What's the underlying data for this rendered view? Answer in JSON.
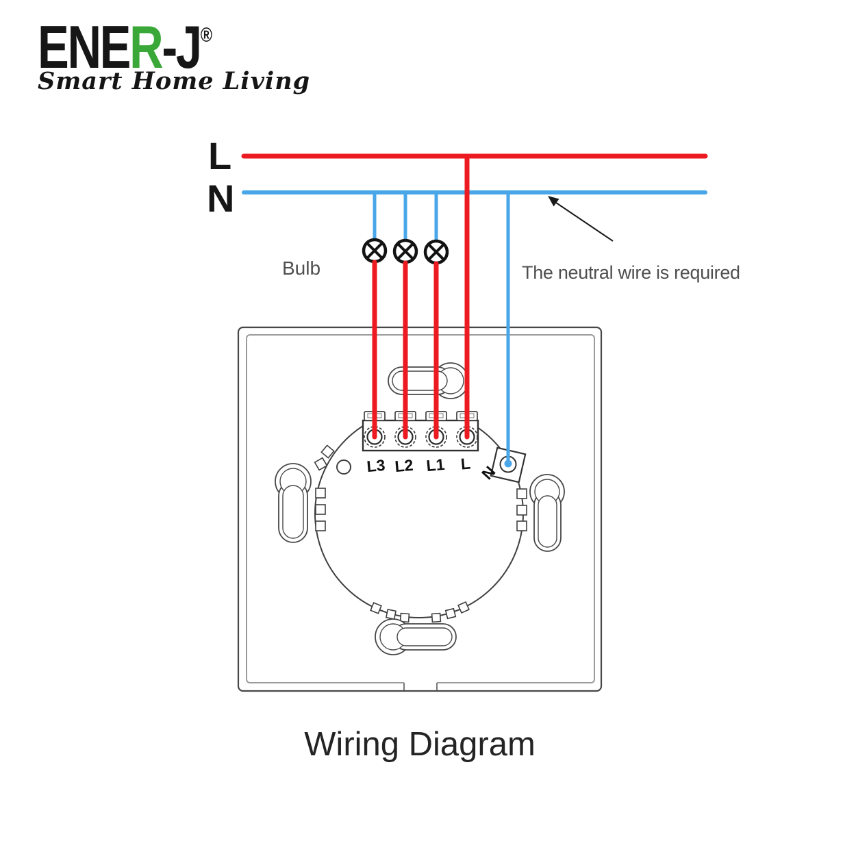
{
  "brand": {
    "name_black_1": "ENE",
    "name_green": "R",
    "name_black_2": "-J",
    "registered": "®",
    "tagline": "Smart Home Living"
  },
  "supply": {
    "live_label": "L",
    "neutral_label": "N"
  },
  "annotations": {
    "bulb_label": "Bulb",
    "neutral_note": "The neutral wire is required"
  },
  "switch_module": {
    "terminal_labels": [
      "L3",
      "L2",
      "L1",
      "L"
    ],
    "neutral_terminal_label": "N"
  },
  "title": "Wiring Diagram",
  "colors": {
    "live_wire": "#ec1b21",
    "neutral_wire": "#49a7e9",
    "logo_green": "#3aa838",
    "diagram_line": "#474747",
    "text_gray": "#4f4f4f",
    "text_black": "#151515"
  }
}
